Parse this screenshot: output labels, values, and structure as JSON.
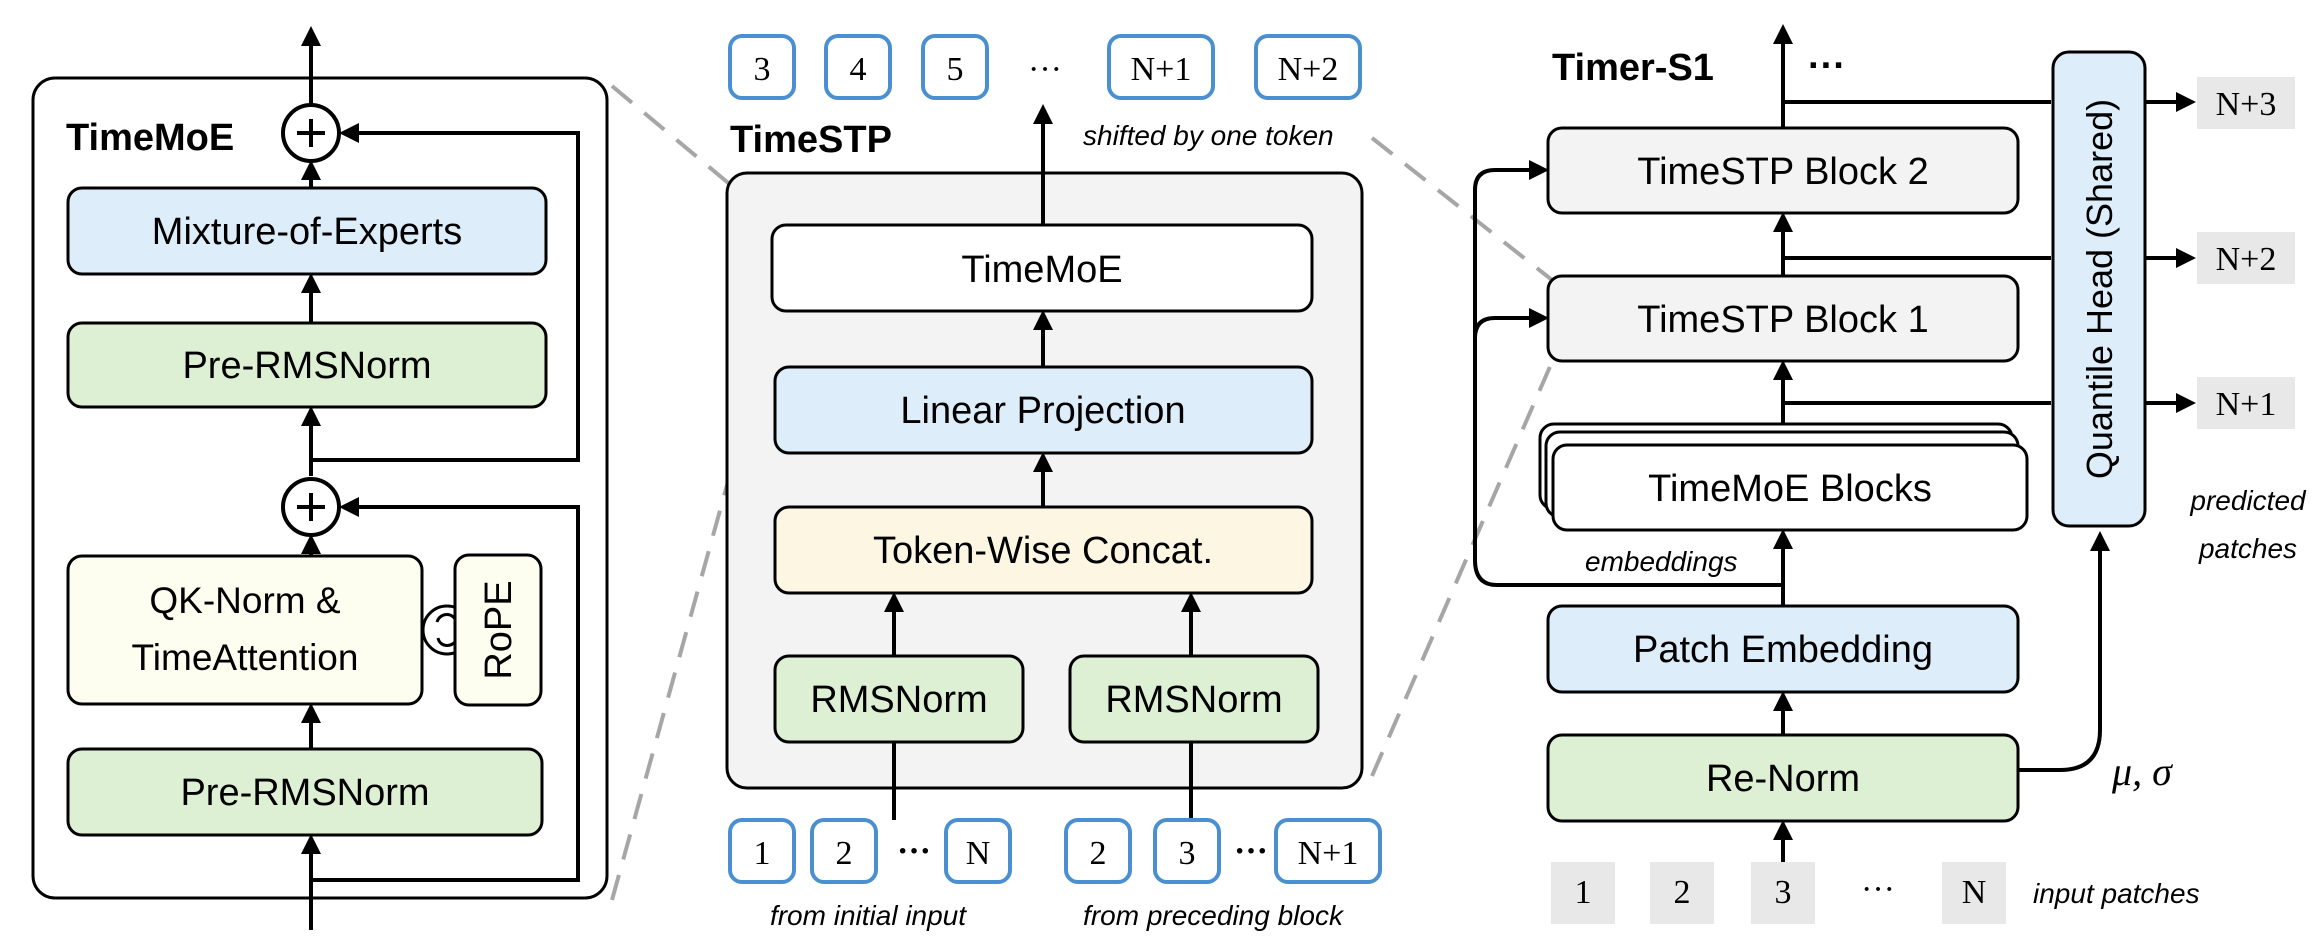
{
  "left_panel": {
    "title": "TimeMoE",
    "mixture_of_experts": "Mixture-of-Experts",
    "pre_rmsnorm_top": "Pre-RMSNorm",
    "attention_line1": "QK-Norm &",
    "attention_line2": "TimeAttention",
    "rope": "RoPE",
    "pre_rmsnorm_bottom": "Pre-RMSNorm"
  },
  "middle_panel": {
    "title": "TimeSTP",
    "timemoe": "TimeMoE",
    "linear_projection": "Linear Projection",
    "token_wise_concat": "Token-Wise Concat.",
    "rmsnorm_left": "RMSNorm",
    "rmsnorm_right": "RMSNorm",
    "top_tokens": [
      "3",
      "4",
      "5",
      "N+1",
      "N+2"
    ],
    "top_ellipsis": "···",
    "shifted_caption": "shifted by one token",
    "initial_tokens": [
      "1",
      "2",
      "N"
    ],
    "initial_ellipsis": "···",
    "initial_caption": "from initial input",
    "preceding_tokens": [
      "2",
      "3",
      "N+1"
    ],
    "preceding_ellipsis": "···",
    "preceding_caption": "from preceding block"
  },
  "right_panel": {
    "title": "Timer-S1",
    "title_ellipsis": "···",
    "block2": "TimeSTP Block 2",
    "block1": "TimeSTP Block 1",
    "timemoe_blocks": "TimeMoE Blocks",
    "embeddings_caption": "embeddings",
    "patch_embedding": "Patch Embedding",
    "renorm": "Re-Norm",
    "mu_sigma": "μ, σ",
    "quantile_head": "Quantile Head (Shared)",
    "outputs": [
      "N+3",
      "N+2",
      "N+1"
    ],
    "predicted_caption_line1": "predicted",
    "predicted_caption_line2": "patches",
    "input_patches": [
      "1",
      "2",
      "3",
      "N"
    ],
    "input_ellipsis": "···",
    "input_caption": "input patches"
  },
  "colors": {
    "blue_fill": "#ddeefa",
    "green_fill": "#ddf0d4",
    "yellow_fill": "#fdf6e3",
    "cream_fill": "#fdfdf0",
    "gray_fill": "#f2f3f2",
    "patch_gray": "#e8e8e8",
    "token_border": "#4a90d0",
    "connector_gray": "#a0a0a0"
  }
}
